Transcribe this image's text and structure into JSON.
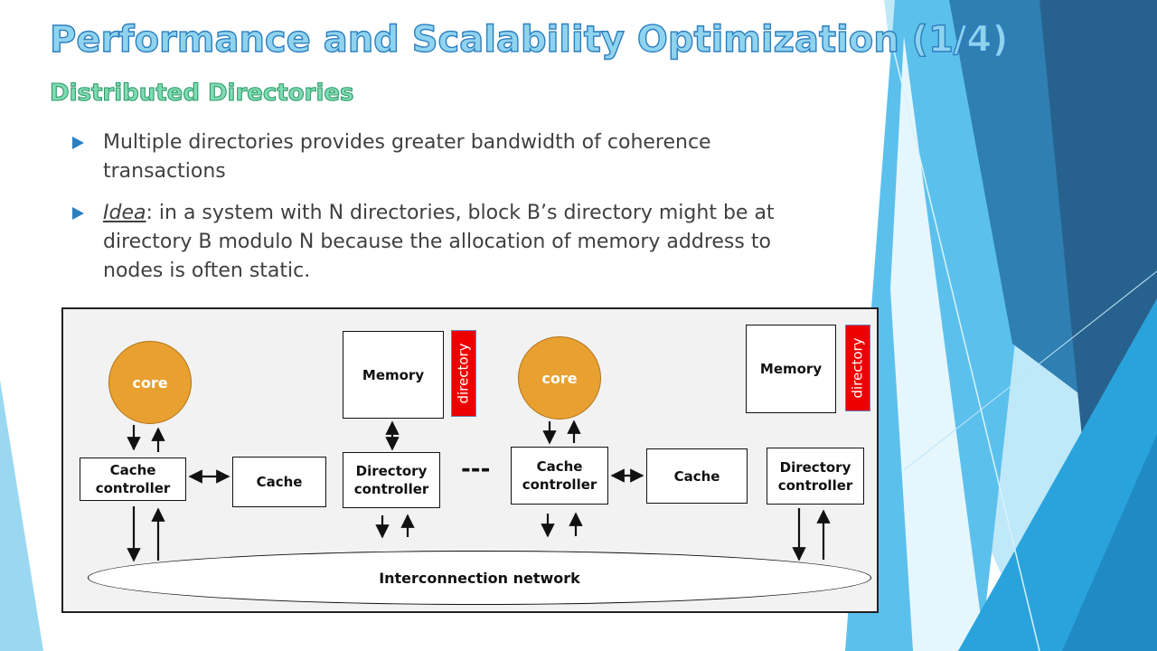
{
  "slide": {
    "title": "Performance and Scalability Optimization (1/4)",
    "subtitle": "Distributed Directories",
    "bullets": [
      {
        "text": "Multiple directories provides greater bandwidth of coherence transactions"
      },
      {
        "lead": "Idea",
        "text": ": in a system with N directories, block B’s directory might be at directory B modulo N because the allocation of memory address to nodes is often static."
      }
    ]
  },
  "diagram": {
    "node1": {
      "core": "core",
      "cache_controller": "Cache controller",
      "cache": "Cache"
    },
    "dir1": {
      "memory": "Memory",
      "directory": "directory",
      "directory_controller": "Directory controller"
    },
    "ellipsis": "---",
    "node2": {
      "core": "core",
      "cache_controller": "Cache controller",
      "cache": "Cache"
    },
    "dir2": {
      "memory": "Memory",
      "directory": "directory",
      "directory_controller": "Directory controller"
    },
    "network": "Interconnection network"
  },
  "colors": {
    "accent": "#2c7fbf",
    "core_fill": "#e8a030",
    "directory_fill": "#ee0000",
    "subtitle": "#7fdcb2"
  }
}
